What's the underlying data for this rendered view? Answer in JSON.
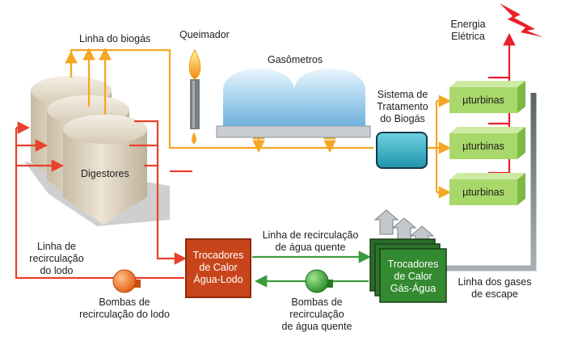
{
  "labels": {
    "energia_line1": "Energia",
    "energia_line2": "Elétrica",
    "linha_biogas": "Linha do biogás",
    "queimador": "Queimador",
    "gasometros": "Gasômetros",
    "sistema_line1": "Sistema de",
    "sistema_line2": "Tratamento",
    "sistema_line3": "do Biogás",
    "microturbina_1": "µturbinas",
    "microturbina_2": "µturbinas",
    "microturbina_3": "µturbinas",
    "digestores": "Digestores",
    "linha_lodo_line1": "Linha de",
    "linha_lodo_line2": "recirculação",
    "linha_lodo_line3": "do lodo",
    "trocador_lodo_line1": "Trocadores",
    "trocador_lodo_line2": "de Calor",
    "trocador_lodo_line3": "Água-Lodo",
    "linha_agua_line1": "Linha de recirculação",
    "linha_agua_line2": "de água quente",
    "trocador_gas_line1": "Trocadores",
    "trocador_gas_line2": "de Calor",
    "trocador_gas_line3": "Gás-Água",
    "linha_gases_line1": "Linha dos gases",
    "linha_gases_line2": "de escape",
    "bombas_lodo_line1": "Bombas de",
    "bombas_lodo_line2": "recirculação do lodo",
    "bombas_agua_line1": "Bombas de",
    "bombas_agua_line2": "recirculação",
    "bombas_agua_line3": "de água quente"
  },
  "colors": {
    "biogas_line": "#f5a623",
    "sludge_line": "#e8412c",
    "hot_water_line": "#3c9a3c",
    "exhaust_line": "#9aa0a4",
    "power_line": "#e8212b",
    "sludge_exchanger": "#b83a16",
    "gas_exchanger": "#2e6e2c",
    "microturbine": "#a9d86a",
    "treatment_system": "#2fb3c8",
    "gasometer": "#a8d4ee",
    "digester": "#ddd2bf",
    "pump_sludge": "#f07a24",
    "pump_water": "#3aa53a"
  },
  "icons": [
    "lightning-icon",
    "flame-icon",
    "pump-icon"
  ]
}
